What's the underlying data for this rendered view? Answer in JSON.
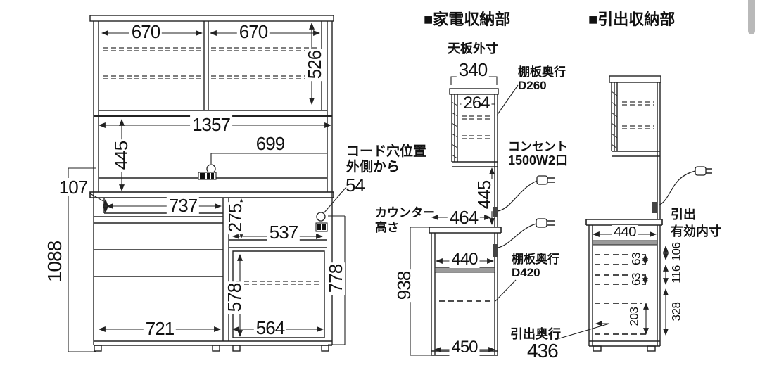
{
  "front_view": {
    "dims": {
      "upper_left_width": "670",
      "upper_right_width": "670",
      "upper_height": "526",
      "mid_width": "1357",
      "mid_height": "445",
      "cord_hole_x": "699",
      "top_gap": "107",
      "counter_opening_width": "737",
      "right_opening_height": "275",
      "right_opening_width": "537",
      "lower_height": "1088",
      "door_inner_height": "578",
      "drawer_width": "721",
      "door_width": "564",
      "right_lower_height": "778"
    },
    "notes": {
      "cord_hole_line1": "コード穴位置",
      "cord_hole_line2": "外側から",
      "cord_hole_offset": "54",
      "counter_line1": "カウンター",
      "counter_line2": "高さ"
    }
  },
  "appliance_section": {
    "title": "■家電収納部",
    "labels": {
      "top_board": "天板外寸",
      "shelf_depth": "棚板奥行",
      "shelf_depth_value": "D260",
      "outlet_line1": "コンセント",
      "outlet_line2": "1500W2口",
      "lower_shelf_depth": "棚板奥行",
      "lower_shelf_depth_value": "D420",
      "drawer_depth": "引出奥行",
      "drawer_depth_value": "436"
    },
    "dims": {
      "top_outer_width": "340",
      "upper_inner_width": "264",
      "mid_height": "445",
      "counter_depth": "464",
      "counter_height": "938",
      "lower_inner_width": "440",
      "bottom_inner_width": "450"
    }
  },
  "drawer_section": {
    "title": "■引出収納部",
    "labels": {
      "inner_line1": "引出",
      "inner_line2": "有効内寸"
    },
    "dims": {
      "inner_width": "440",
      "drawer1_height": "63",
      "drawer2_height": "63",
      "drawer3_height": "203",
      "right_top": "106",
      "right_mid": "116",
      "right_bottom": "328"
    }
  },
  "colors": {
    "line": "#222222",
    "text": "#111111",
    "shelf_band": "#9a9a9a",
    "scrollbar": "#b9b9b9",
    "background": "#ffffff"
  }
}
